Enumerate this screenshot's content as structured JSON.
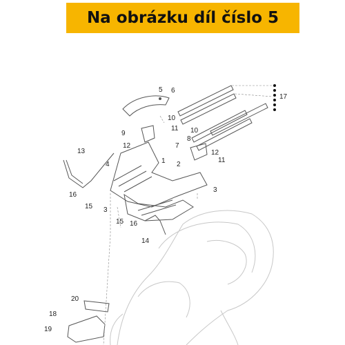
{
  "header": {
    "title": "Na obrázku díl číslo 5",
    "accent_color": "#f7b500"
  },
  "callouts": [
    "5",
    "6",
    "17",
    "10",
    "9",
    "11",
    "12",
    "8",
    "10",
    "7",
    "12",
    "13",
    "4",
    "1",
    "2",
    "11",
    "16",
    "15",
    "3",
    "3",
    "15",
    "16",
    "14",
    "20",
    "18",
    "19"
  ]
}
